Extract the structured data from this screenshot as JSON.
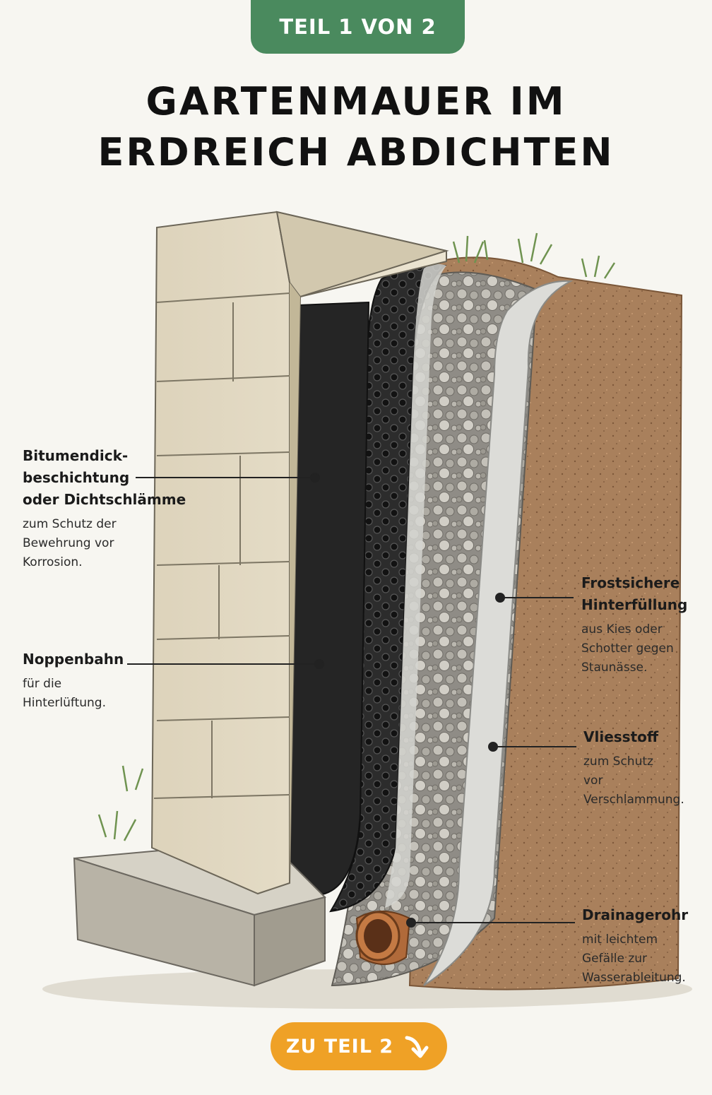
{
  "header": {
    "badge": "TEIL 1 VON 2"
  },
  "title": {
    "line1": "GARTENMAUER IM",
    "line2": "ERDREICH ABDICHTEN"
  },
  "labels": {
    "bitumen": {
      "h1": "Bitumendick-",
      "h2": "beschichtung",
      "h3": "oder Dichtschlämme",
      "d1": "zum Schutz der",
      "d2": "Bewehrung vor",
      "d3": "Korrosion."
    },
    "noppen": {
      "h1": "Noppenbahn",
      "d1": "für die",
      "d2": "Hinterlüftung."
    },
    "frost": {
      "h1": "Frostsichere",
      "h2": "Hinterfüllung",
      "d1": "aus Kies oder",
      "d2": "Schotter gegen",
      "d3": "Staunässe."
    },
    "vlies": {
      "h1": "Vliesstoff",
      "d1": "zum Schutz",
      "d2": "vor",
      "d3": "Verschlammung."
    },
    "drain": {
      "h1": "Drainagerohr",
      "d1": "mit leichtem",
      "d2": "Gefälle zur",
      "d3": "Wasserableitung."
    }
  },
  "cta": {
    "label": "ZU TEIL 2",
    "icon": "arrow-down-right-icon"
  },
  "colors": {
    "badge": "#4a8a5e",
    "cta": "#efa126",
    "stone": "#e4dcc6",
    "bitumen": "#262626",
    "soil": "#a07552",
    "gravel": "#b9b6ae",
    "fleece": "#d7d7d4"
  }
}
